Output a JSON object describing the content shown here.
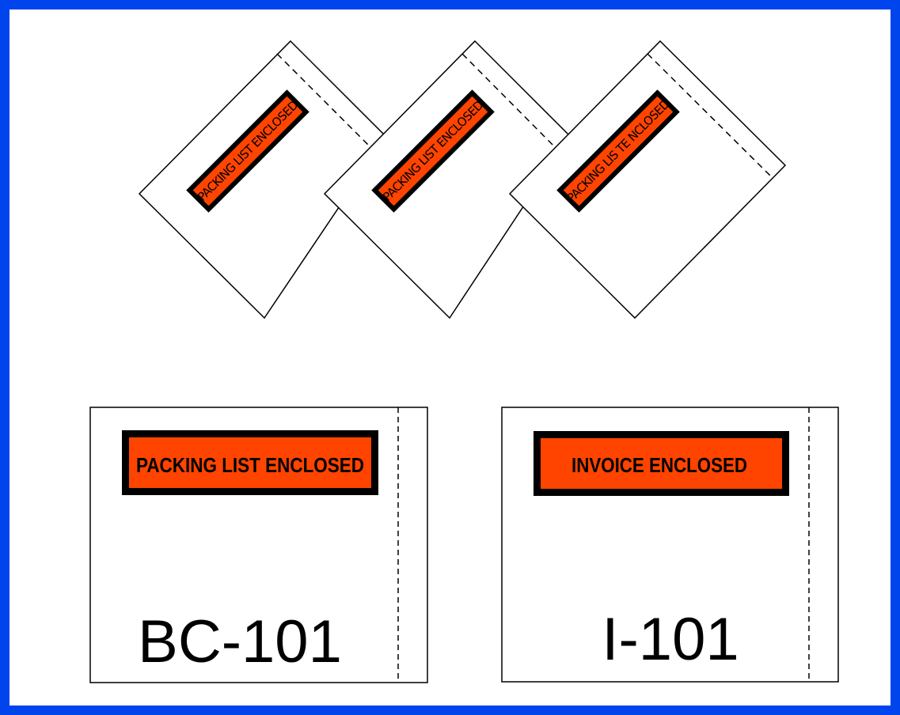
{
  "colors": {
    "border": "#0044ee",
    "label_fill": "#ff4400",
    "label_frame": "#000000",
    "line": "#000000",
    "background": "#ffffff"
  },
  "envelopes_rotated": [
    {
      "label": "PACKING LIST ENCLOSED"
    },
    {
      "label": "PACKING LIST ENCLOSED"
    },
    {
      "label": "PACKING LIS TE NCLOSED"
    }
  ],
  "products": [
    {
      "label": "PACKING LIST ENCLOSED",
      "code": "BC-101"
    },
    {
      "label": "INVOICE ENCLOSED",
      "code": "I-101"
    }
  ]
}
